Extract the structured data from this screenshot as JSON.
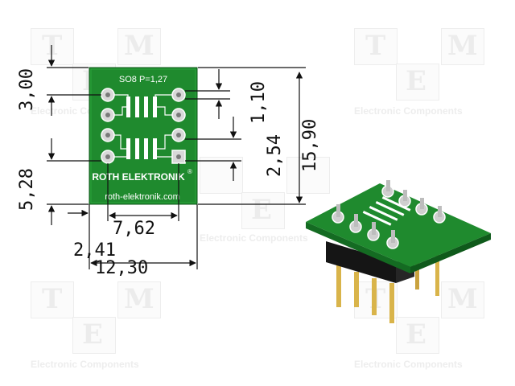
{
  "watermark": {
    "letters": [
      "T",
      "M",
      "E"
    ],
    "caption": "Electronic Components",
    "registered": "®"
  },
  "drawing": {
    "board_label": "SO8 P=1,27",
    "brand_line1": "ROTH ELEKTRONIK",
    "brand_line2": "roth-elektronik.com",
    "registered": "®",
    "dimensions": {
      "top_margin": "3,00",
      "pad_height": "1,10",
      "pitch": "2,54",
      "total_height": "15,90",
      "lower_block": "5,28",
      "row_spacing": "7,62",
      "edge_offset": "2,41",
      "total_width": "12,30"
    }
  },
  "photo": {
    "description_colors": {
      "pcb": "#1f8a2e",
      "pcb_dark": "#146b22",
      "header": "#151515",
      "pin": "#d9b44a"
    }
  }
}
